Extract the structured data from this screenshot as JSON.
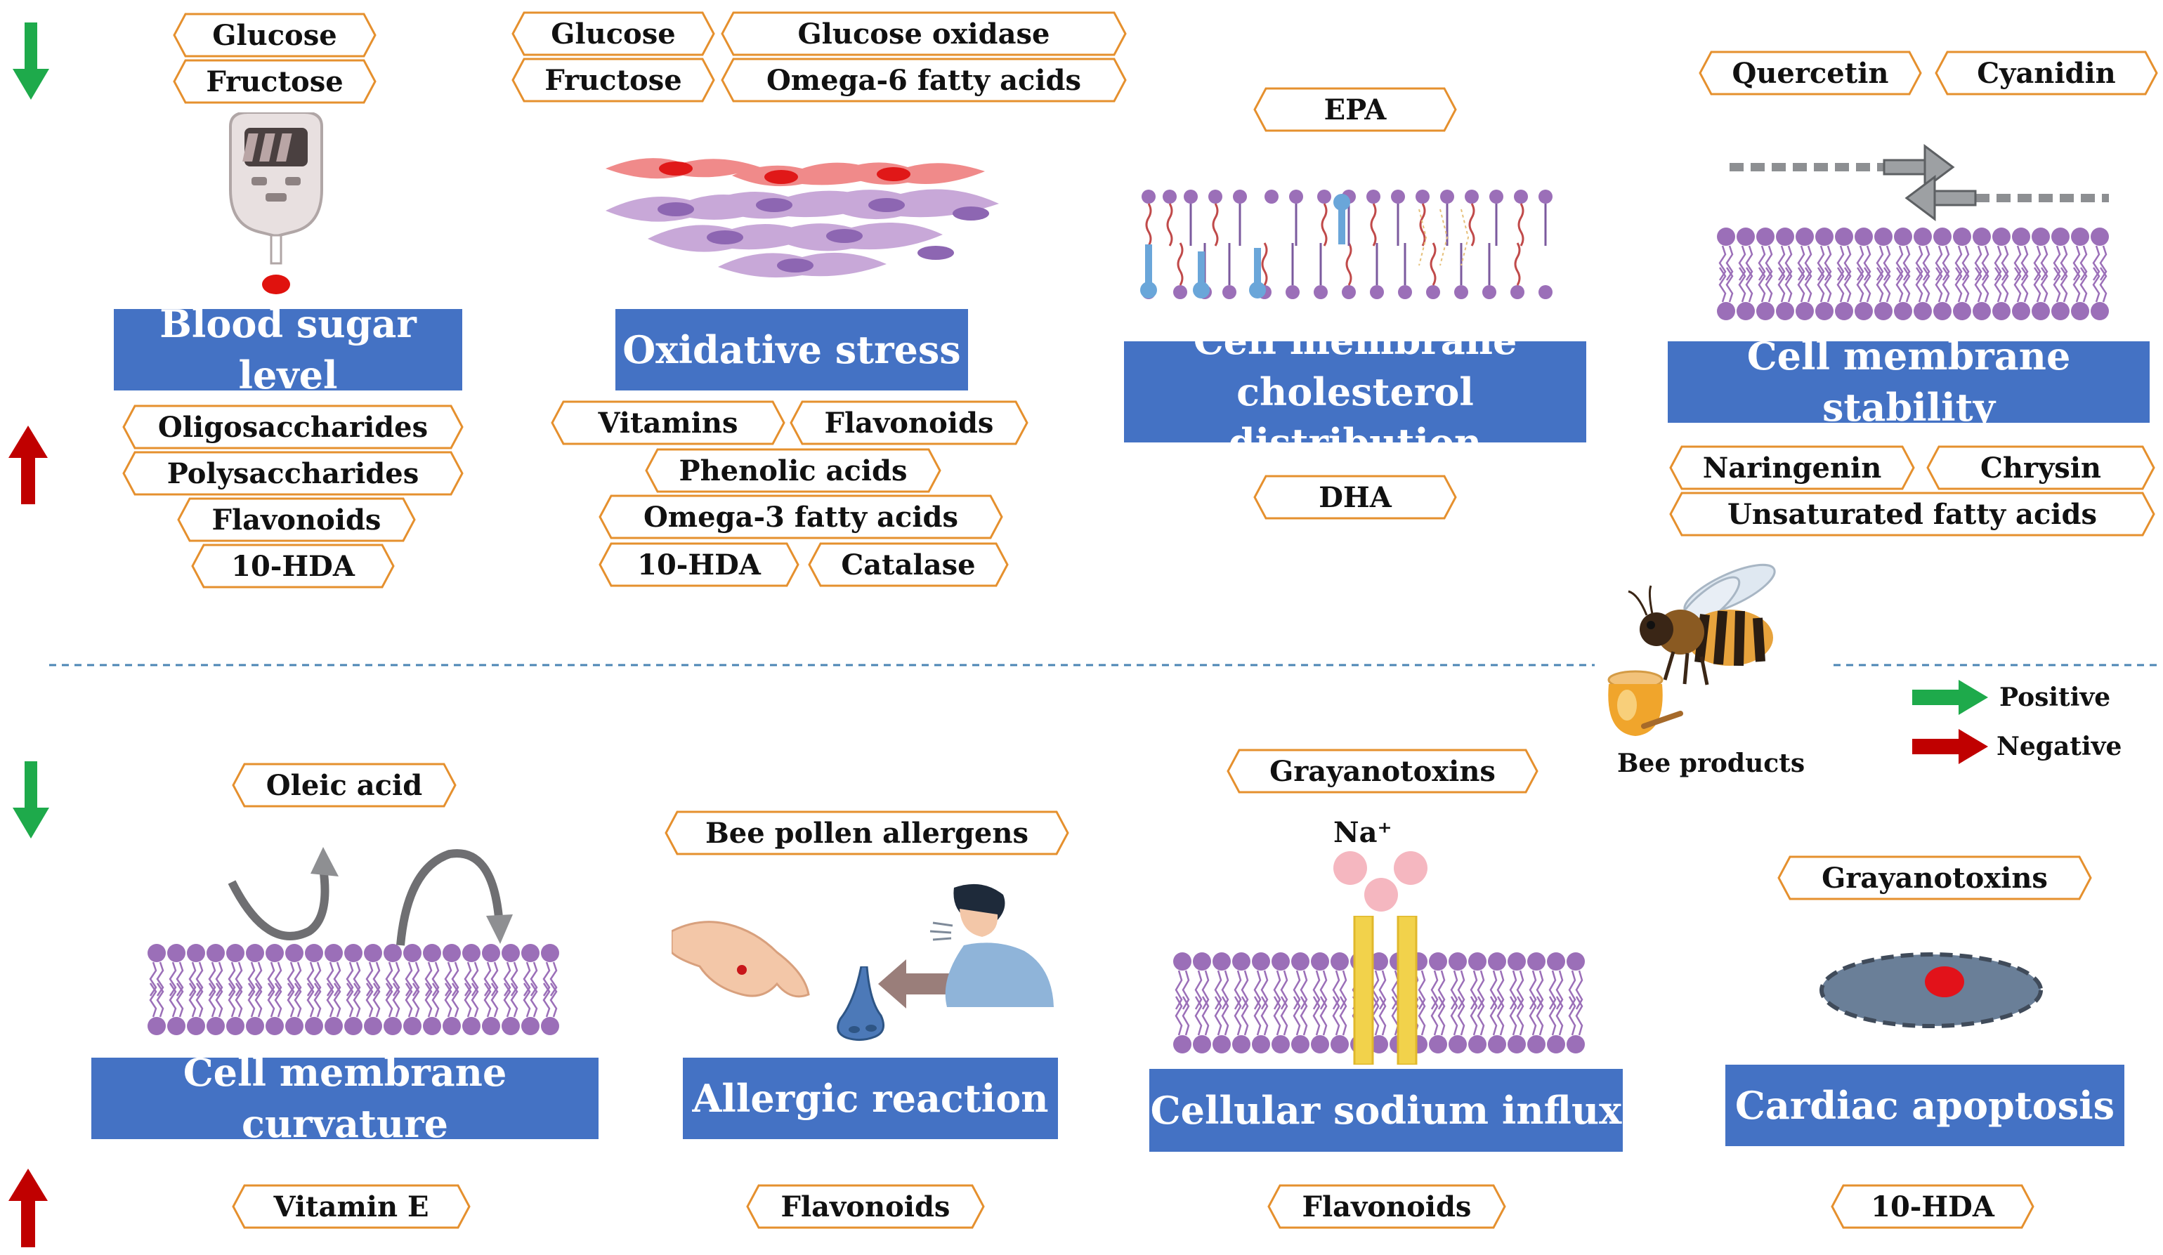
{
  "colors": {
    "title_bg": "#4472c4",
    "title_text": "#ffffff",
    "tag_border": "#e5902e",
    "positive_arrow": "#1eaa4b",
    "negative_arrow": "#c00000",
    "membrane": "#9b6fb8",
    "divider": "#4b86b4"
  },
  "panels": {
    "blood_sugar": {
      "title": "Blood sugar level",
      "negative": [
        "Glucose",
        "Fructose"
      ],
      "positive": [
        "Oligosaccharides",
        "Polysaccharides",
        "Flavonoids",
        "10-HDA"
      ]
    },
    "oxidative_stress": {
      "title": "Oxidative stress",
      "negative": [
        "Glucose",
        "Glucose oxidase",
        "Fructose",
        "Omega-6 fatty acids"
      ],
      "positive": [
        "Vitamins",
        "Flavonoids",
        "Phenolic acids",
        "Omega-3 fatty acids",
        "10-HDA",
        "Catalase"
      ]
    },
    "cholesterol": {
      "title": "Cell membrane\ncholesterol distribution",
      "negative": [
        "EPA"
      ],
      "positive": [
        "DHA"
      ]
    },
    "stability": {
      "title": "Cell membrane stability",
      "negative": [
        "Quercetin",
        "Cyanidin"
      ],
      "positive": [
        "Naringenin",
        "Chrysin",
        "Unsaturated fatty acids"
      ]
    },
    "curvature": {
      "title": "Cell membrane curvature",
      "negative": [
        "Oleic acid"
      ],
      "positive": [
        "Vitamin E"
      ]
    },
    "allergic": {
      "title": "Allergic reaction",
      "negative": [
        "Bee pollen allergens"
      ],
      "positive": [
        "Flavonoids"
      ]
    },
    "sodium": {
      "title": "Cellular sodium influx",
      "negative": [
        "Grayanotoxins"
      ],
      "positive": [
        "Flavonoids"
      ],
      "ion_label": "Na⁺"
    },
    "apoptosis": {
      "title": "Cardiac apoptosis",
      "negative": [
        "Grayanotoxins"
      ],
      "positive": [
        "10-HDA"
      ]
    }
  },
  "legend": {
    "bee_products": "Bee products",
    "positive": "Positive",
    "negative": "Negative"
  },
  "icons": [
    "glucometer-icon",
    "cells-icon",
    "lipid-membrane-icon",
    "bee-icon",
    "honey-pot-icon",
    "hand-icon",
    "sneezing-person-icon",
    "nose-icon",
    "ion-channel-icon",
    "cell-icon"
  ]
}
